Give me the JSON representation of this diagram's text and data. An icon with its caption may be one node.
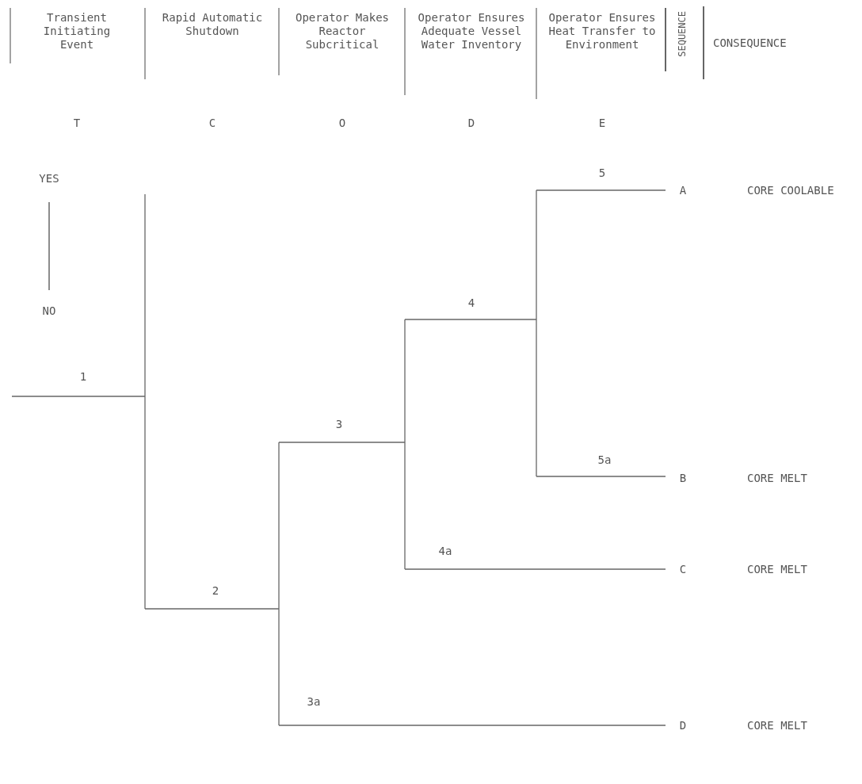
{
  "diagram": {
    "labels": [
      "Transient Initiating Event",
      "Rapid Automatic Shutdown",
      "Operator Makes Reactor Subcritical",
      "Operator Ensures Adequate Vessel Water Inventory",
      "Operator Ensures Heat Transfer to Environment",
      "SEQUENCE",
      "CONSEQUENCE",
      "T",
      "C",
      "O",
      "D",
      "E",
      "YES",
      "5",
      "A",
      "CORE COOLABLE",
      "NO",
      "4",
      "1",
      "3",
      "5a",
      "B",
      "CORE MELT",
      "4a",
      "C",
      "CORE MELT",
      "2",
      "3a",
      "D",
      "CORE MELT"
    ]
  }
}
